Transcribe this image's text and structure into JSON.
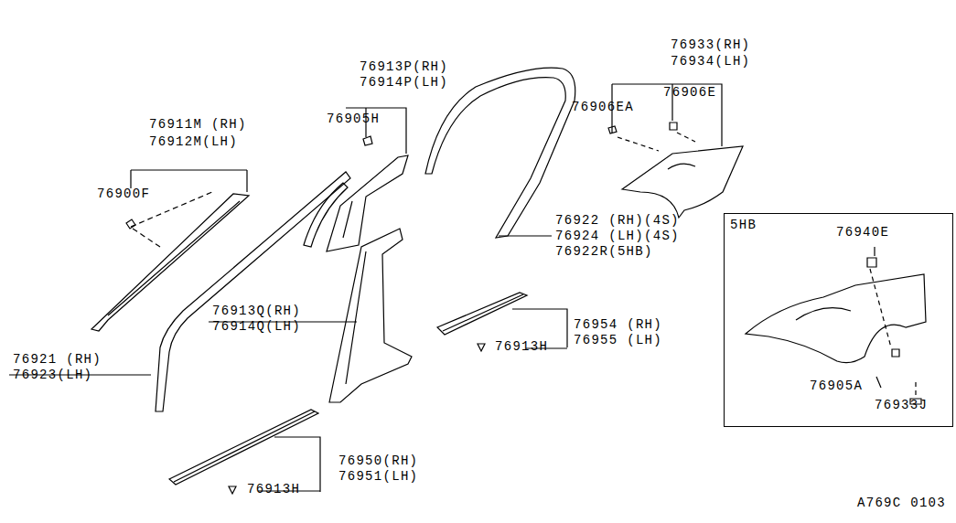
{
  "diagram": {
    "nodes": [
      {
        "text": [
          "5HB"
        ]
      }
    ],
    "labels": [
      "76911M (RH)",
      "76912M(LH)",
      "76900F",
      "76913P(RH)",
      "76914P(LH)",
      "76905H",
      "76933(RH)",
      "76934(LH)",
      "76906EA",
      "76906E",
      "76922 (RH)(4S)",
      "76924 (LH)(4S)",
      "76922R(5HB)",
      "76913Q(RH)",
      "76914Q(LH)",
      "76954 (RH)",
      "76955 (LH)",
      "76913H",
      "76921 (RH)",
      "76923(LH)",
      "76950(RH)",
      "76951(LH)",
      "76913H",
      "76940E",
      "76905A",
      "76933J",
      "A769C 0103"
    ]
  }
}
